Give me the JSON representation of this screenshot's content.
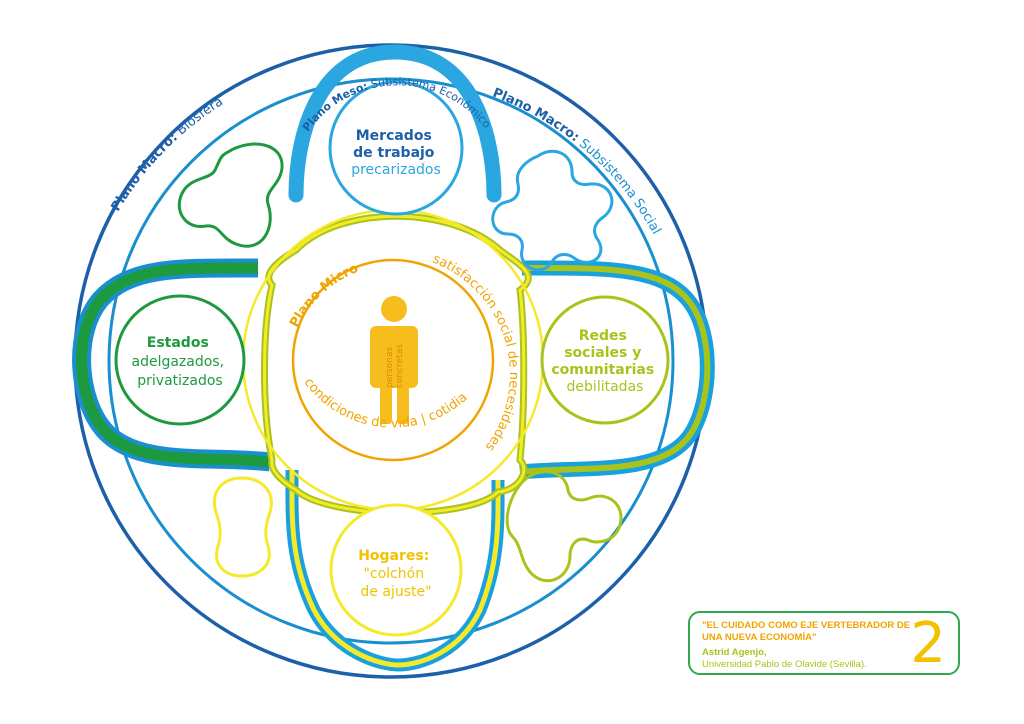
{
  "labels": {
    "biosfera_bold": "Plano Macro:",
    "biosfera_rest": " Biosfera",
    "social_bold": "Plano Macro:",
    "social_rest": " Subsistema Social",
    "meso_bold": "Plano Meso:",
    "meso_rest": " Subsistema Económico",
    "micro": "Plano Micro",
    "satisfaccion": "satisfacción social de necesidades",
    "condiciones": "condiciones de vida | cotidianidad",
    "personas": "personas",
    "concretas": "concretas"
  },
  "nodes": {
    "mercados": {
      "line1": "Mercados",
      "line2": "de trabajo",
      "line3": "precarizados"
    },
    "estados": {
      "line1": "Estados",
      "line2": "adelgazados,",
      "line3": "privatizados"
    },
    "redes": {
      "line1": "Redes",
      "line2": "sociales y",
      "line3": "comunitarias",
      "line4": "debilitadas"
    },
    "hogares": {
      "line1": "Hogares:",
      "line2": "\"colchón",
      "line3": "de ajuste\""
    }
  },
  "credit": {
    "title": "\"EL CUIDADO COMO EJE VERTEBRADOR DE UNA NUEVA ECONOMÍA\"",
    "author": "Astrid Agenjo,",
    "institution": "Universidad Pablo de Olavide (Sevilla).",
    "number": "2"
  },
  "colors": {
    "dark_blue": "#1d5fa8",
    "mid_blue": "#1a8fd0",
    "light_blue": "#2aa6e0",
    "cyan": "#19a0df",
    "green": "#1d9a3f",
    "lime": "#a8c41c",
    "yellow": "#f4ea2a",
    "orange": "#f0a400"
  }
}
